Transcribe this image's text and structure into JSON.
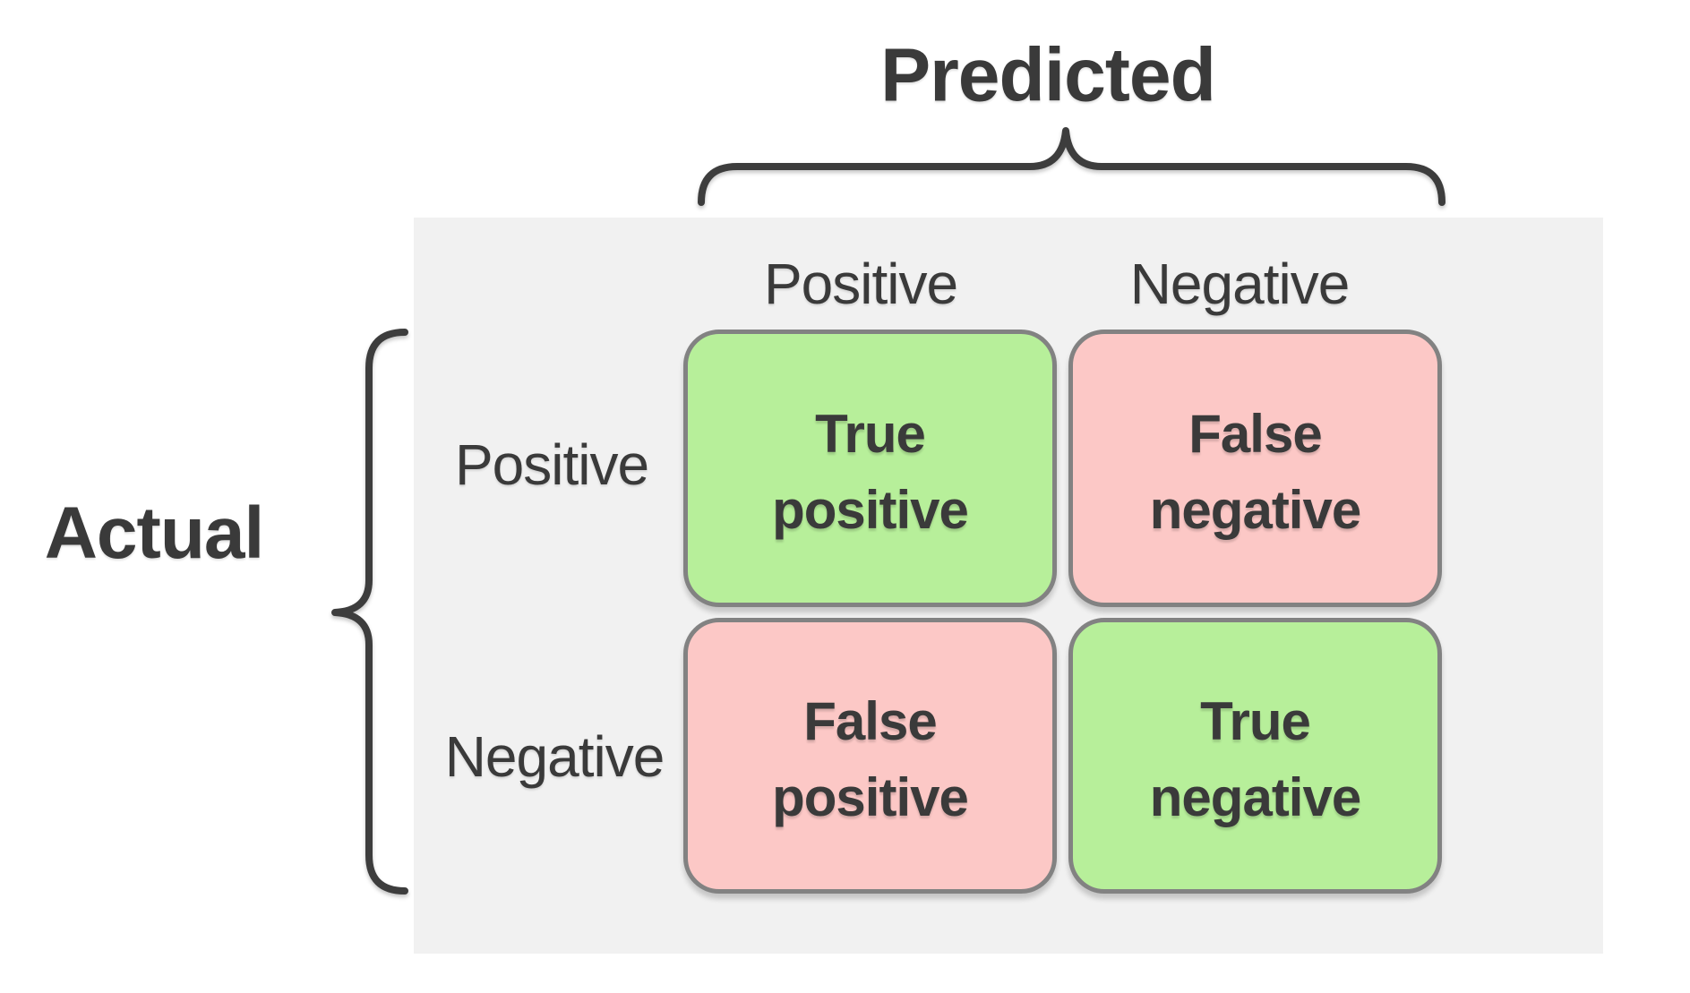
{
  "diagram": {
    "title": "Predicted",
    "side_label": "Actual",
    "predicted_categories": [
      "Positive",
      "Negative"
    ],
    "actual_categories": [
      "Positive",
      "Negative"
    ],
    "cells": [
      {
        "id": "true-positive",
        "line1": "True",
        "line2": "positive",
        "type": "correct",
        "actual": "Positive",
        "predicted": "Positive"
      },
      {
        "id": "false-negative",
        "line1": "False",
        "line2": "negative",
        "type": "incorrect",
        "actual": "Positive",
        "predicted": "Negative"
      },
      {
        "id": "false-positive",
        "line1": "False",
        "line2": "positive",
        "type": "incorrect",
        "actual": "Negative",
        "predicted": "Positive"
      },
      {
        "id": "true-negative",
        "line1": "True",
        "line2": "negative",
        "type": "correct",
        "actual": "Negative",
        "predicted": "Negative"
      }
    ],
    "colors": {
      "correct": "#b7ef9a",
      "incorrect": "#fcc8c6",
      "panel": "#f1f1f1",
      "border": "#828282",
      "text": "#3a3a3a",
      "brace": "#3d3d3d"
    }
  }
}
